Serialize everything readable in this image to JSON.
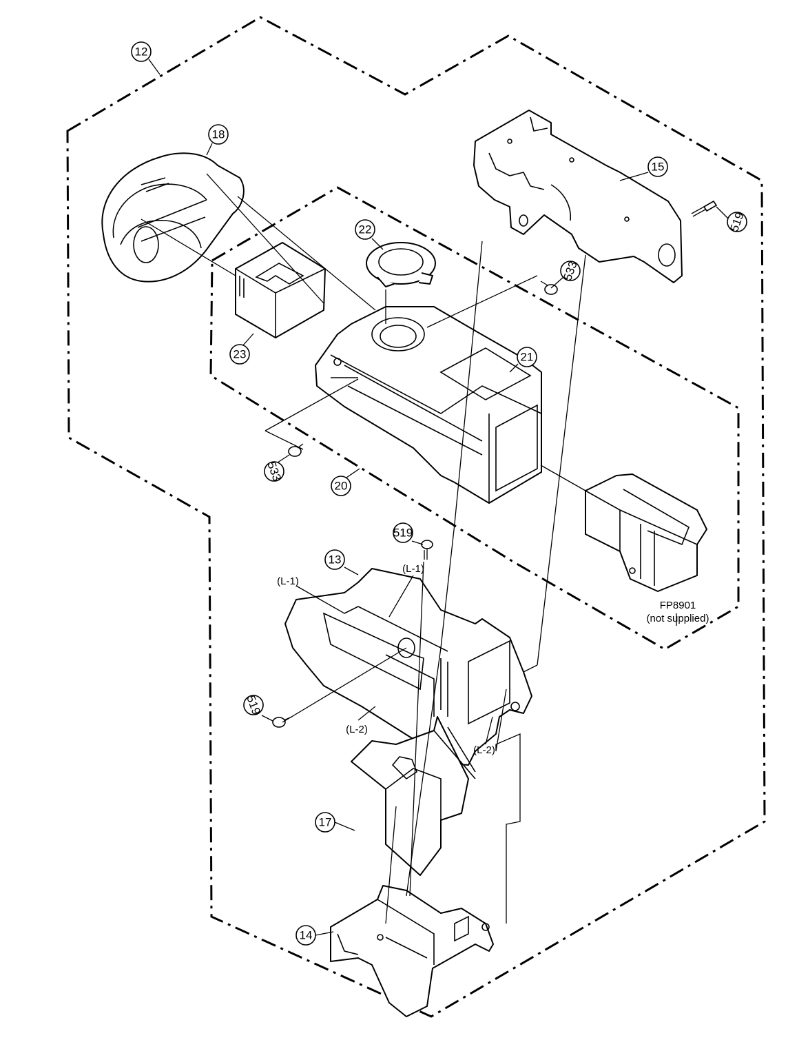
{
  "callouts": [
    {
      "id": "12",
      "label": "12"
    },
    {
      "id": "18",
      "label": "18"
    },
    {
      "id": "15",
      "label": "15"
    },
    {
      "id": "519a",
      "label": "519"
    },
    {
      "id": "22",
      "label": "22"
    },
    {
      "id": "533a",
      "label": "533"
    },
    {
      "id": "23",
      "label": "23"
    },
    {
      "id": "21",
      "label": "21"
    },
    {
      "id": "533b",
      "label": "533"
    },
    {
      "id": "20",
      "label": "20"
    },
    {
      "id": "519b",
      "label": "519"
    },
    {
      "id": "13",
      "label": "13"
    },
    {
      "id": "519c",
      "label": "519"
    },
    {
      "id": "17",
      "label": "17"
    },
    {
      "id": "14",
      "label": "14"
    }
  ],
  "labels": {
    "l1_left": "(L-1)",
    "l1_right": "(L-1)",
    "l2_left": "(L-2)",
    "l2_right": "(L-2)",
    "fp_part": "FP8901",
    "fp_note": "(not supplied)"
  }
}
